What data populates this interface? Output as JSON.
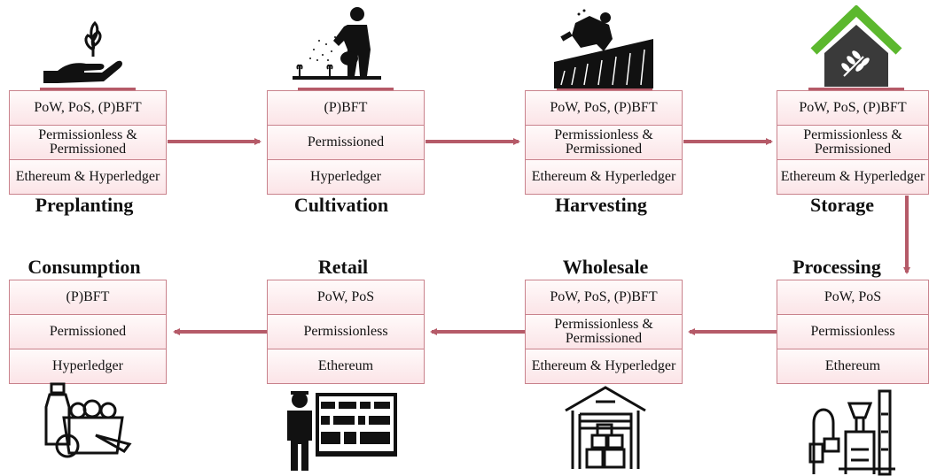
{
  "stages": {
    "preplanting": {
      "title": "Preplanting",
      "consensus": "PoW, PoS, (P)BFT",
      "access": "Permissionless & Permissioned",
      "platform": "Ethereum & Hyperledger"
    },
    "cultivation": {
      "title": "Cultivation",
      "consensus": "(P)BFT",
      "access": "Permissioned",
      "platform": "Hyperledger"
    },
    "harvesting": {
      "title": "Harvesting",
      "consensus": "PoW, PoS, (P)BFT",
      "access": "Permissionless & Permissioned",
      "platform": "Ethereum & Hyperledger"
    },
    "storage": {
      "title": "Storage",
      "consensus": "PoW, PoS, (P)BFT",
      "access": "Permissionless & Permissioned",
      "platform": "Ethereum & Hyperledger"
    },
    "processing": {
      "title": "Processing",
      "consensus": "PoW, PoS",
      "access": "Permissionless",
      "platform": "Ethereum"
    },
    "wholesale": {
      "title": "Wholesale",
      "consensus": "PoW, PoS, (P)BFT",
      "access": "Permissionless & Permissioned",
      "platform": "Ethereum & Hyperledger"
    },
    "retail": {
      "title": "Retail",
      "consensus": "PoW, PoS",
      "access": "Permissionless",
      "platform": "Ethereum"
    },
    "consumption": {
      "title": "Consumption",
      "consensus": "(P)BFT",
      "access": "Permissioned",
      "platform": "Hyperledger"
    }
  },
  "icons": {
    "preplanting": "hand-with-seedling-icon",
    "cultivation": "farmer-watering-icon",
    "harvesting": "harvester-on-field-icon",
    "storage": "barn-with-grain-icon",
    "processing": "processing-factory-icon",
    "wholesale": "warehouse-boxes-icon",
    "retail": "shopkeeper-shelves-icon",
    "consumption": "food-basket-icon"
  },
  "colors": {
    "arrow": "#b55a68",
    "border": "#c9828c",
    "roof": "#5cb82e"
  }
}
